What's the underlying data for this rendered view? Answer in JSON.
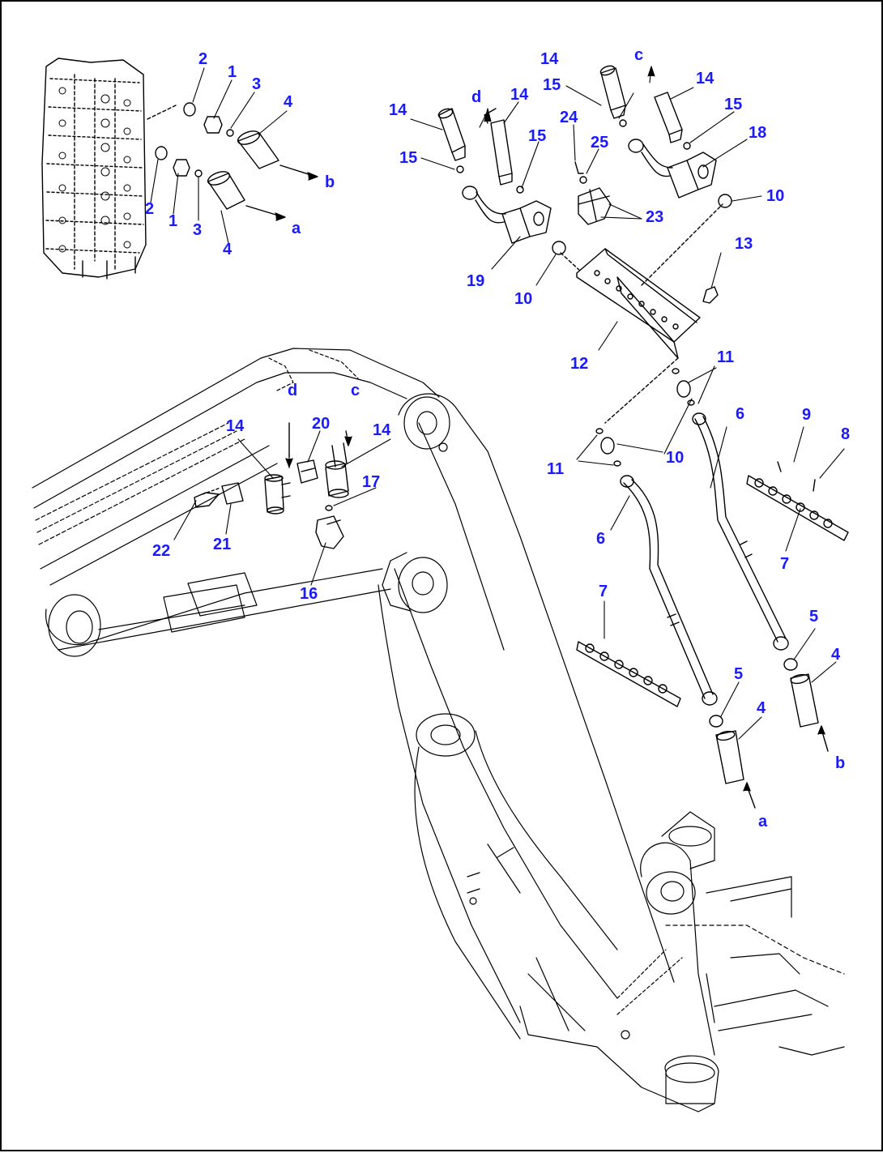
{
  "diagram": {
    "callout_color": "#1a1aff",
    "line_color": "#000000",
    "callouts": [
      {
        "id": "c2a",
        "text": "2"
      },
      {
        "id": "c1a",
        "text": "1"
      },
      {
        "id": "c3a",
        "text": "3"
      },
      {
        "id": "c4a",
        "text": "4"
      },
      {
        "id": "cb1",
        "text": "b"
      },
      {
        "id": "c2b",
        "text": "2"
      },
      {
        "id": "c1b",
        "text": "1"
      },
      {
        "id": "c3b",
        "text": "3"
      },
      {
        "id": "c4b",
        "text": "4"
      },
      {
        "id": "ca1",
        "text": "a"
      },
      {
        "id": "c14a",
        "text": "14"
      },
      {
        "id": "c15a",
        "text": "15"
      },
      {
        "id": "cd1",
        "text": "d"
      },
      {
        "id": "c14b",
        "text": "14"
      },
      {
        "id": "c15b",
        "text": "15"
      },
      {
        "id": "c14c",
        "text": "14"
      },
      {
        "id": "c15c",
        "text": "15"
      },
      {
        "id": "cc1",
        "text": "c"
      },
      {
        "id": "c14d",
        "text": "14"
      },
      {
        "id": "c15d",
        "text": "15"
      },
      {
        "id": "c24",
        "text": "24"
      },
      {
        "id": "c25",
        "text": "25"
      },
      {
        "id": "c18",
        "text": "18"
      },
      {
        "id": "c10a",
        "text": "10"
      },
      {
        "id": "c23",
        "text": "23"
      },
      {
        "id": "c19",
        "text": "19"
      },
      {
        "id": "c10b",
        "text": "10"
      },
      {
        "id": "c13",
        "text": "13"
      },
      {
        "id": "c12",
        "text": "12"
      },
      {
        "id": "c11a",
        "text": "11"
      },
      {
        "id": "c6a",
        "text": "6"
      },
      {
        "id": "c9",
        "text": "9"
      },
      {
        "id": "c8",
        "text": "8"
      },
      {
        "id": "c10c",
        "text": "10"
      },
      {
        "id": "c11b",
        "text": "11"
      },
      {
        "id": "c7a",
        "text": "7"
      },
      {
        "id": "c6b",
        "text": "6"
      },
      {
        "id": "c7b",
        "text": "7"
      },
      {
        "id": "c5a",
        "text": "5"
      },
      {
        "id": "c4c",
        "text": "4"
      },
      {
        "id": "c5b",
        "text": "5"
      },
      {
        "id": "c4d",
        "text": "4"
      },
      {
        "id": "cb2",
        "text": "b"
      },
      {
        "id": "ca2",
        "text": "a"
      },
      {
        "id": "cd2",
        "text": "d"
      },
      {
        "id": "cc2",
        "text": "c"
      },
      {
        "id": "c20",
        "text": "20"
      },
      {
        "id": "c14e",
        "text": "14"
      },
      {
        "id": "c14f",
        "text": "14"
      },
      {
        "id": "c17",
        "text": "17"
      },
      {
        "id": "c22",
        "text": "22"
      },
      {
        "id": "c21",
        "text": "21"
      },
      {
        "id": "c16",
        "text": "16"
      }
    ]
  }
}
